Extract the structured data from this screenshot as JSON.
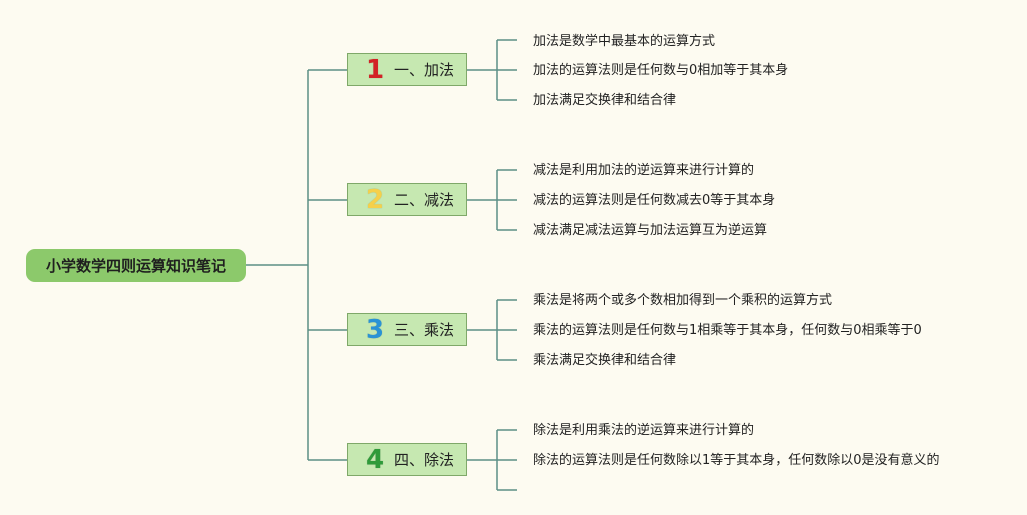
{
  "root": {
    "title": "小学数学四则运算知识笔记"
  },
  "branches": [
    {
      "number": "1",
      "label": "一、加法",
      "color": "#d32226",
      "notes": [
        "加法是数学中最基本的运算方式",
        "加法的运算法则是任何数与0相加等于其本身",
        "加法满足交换律和结合律"
      ]
    },
    {
      "number": "2",
      "label": "二、减法",
      "color": "#f5d04a",
      "notes": [
        "减法是利用加法的逆运算来进行计算的",
        "减法的运算法则是任何数减去0等于其本身",
        "减法满足减法运算与加法运算互为逆运算"
      ]
    },
    {
      "number": "3",
      "label": "三、乘法",
      "color": "#2a93d5",
      "notes": [
        "乘法是将两个或多个数相加得到一个乘积的运算方式",
        "乘法的运算法则是任何数与1相乘等于其本身，任何数与0相乘等于0",
        "乘法满足交换律和结合律"
      ]
    },
    {
      "number": "4",
      "label": "四、除法",
      "color": "#2f9a3a",
      "notes": [
        "除法是利用乘法的逆运算来进行计算的",
        "除法的运算法则是任何数除以1等于其本身，任何数除以0是没有意义的",
        ""
      ]
    }
  ],
  "colors": {
    "connector": "#5c8f86",
    "root_fill": "#8cc96b",
    "branch_fill": "#c6e8b1"
  }
}
